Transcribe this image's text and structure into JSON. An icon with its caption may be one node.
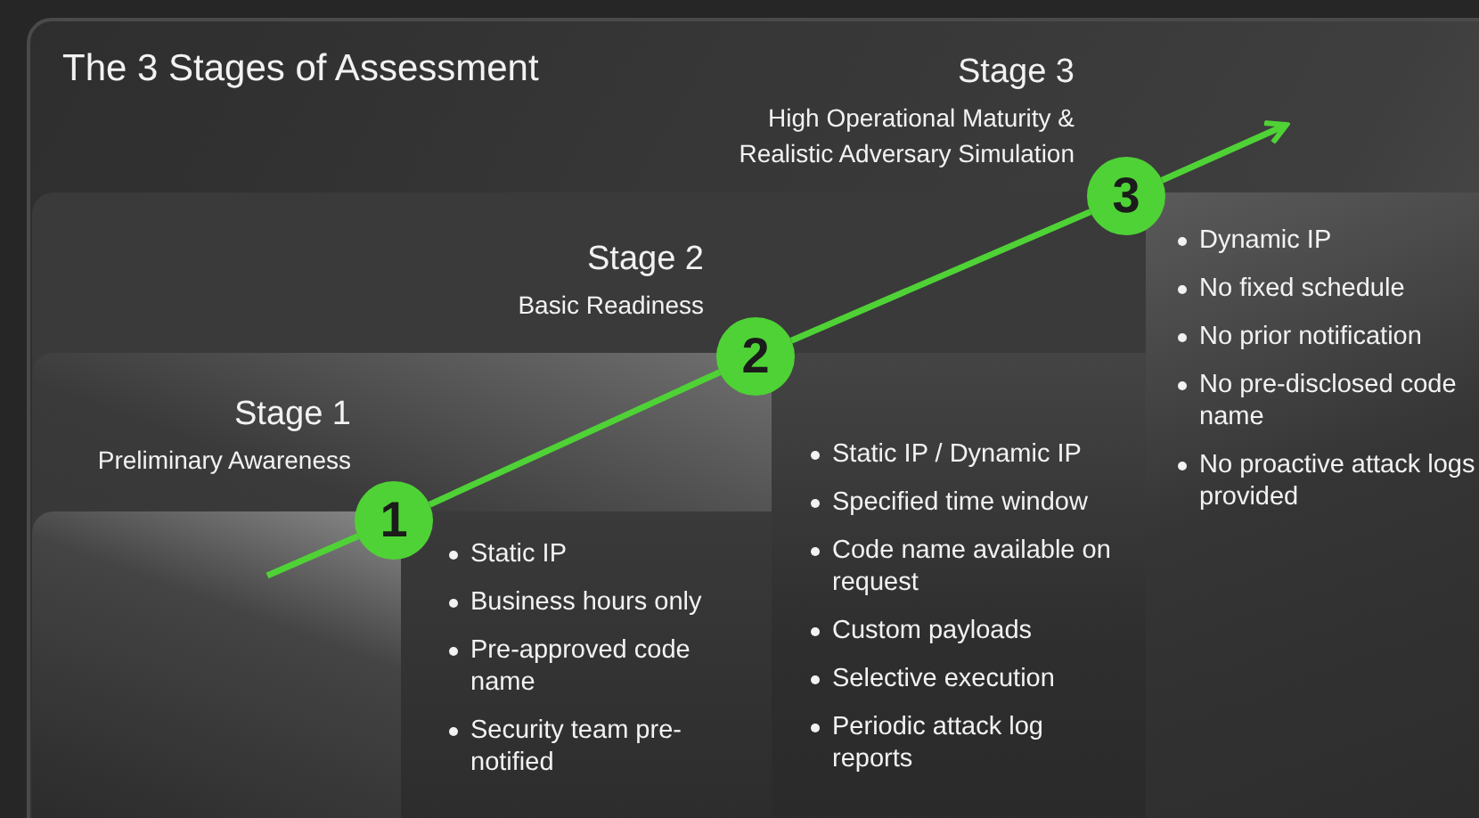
{
  "diagram": {
    "title": "The 3 Stages of Assessment",
    "nodes": [
      {
        "text": [
          "Stage 1",
          "Preliminary Awareness"
        ]
      },
      {
        "text": [
          "Stage 2",
          "Basic Readiness"
        ]
      },
      {
        "text": [
          "Stage 3",
          "High Operational Maturity & Realistic Adversary Simulation"
        ]
      },
      {
        "text": [
          "1"
        ]
      },
      {
        "text": [
          "2"
        ]
      },
      {
        "text": [
          "3"
        ]
      }
    ],
    "edges": [
      {
        "from": null,
        "to": 3,
        "arrow": "none"
      },
      {
        "from": 3,
        "to": 4,
        "arrow": "none"
      },
      {
        "from": 4,
        "to": 5,
        "arrow": "none"
      },
      {
        "from": 5,
        "to": null,
        "arrow": "to"
      }
    ],
    "labels": [
      "Static IP",
      "Business hours only",
      "Pre-approved code name",
      "Security team pre-notified",
      "Static IP / Dynamic IP",
      "Specified time window",
      "Code name available on request",
      "Custom payloads",
      "Selective execution",
      "Periodic attack log reports",
      "Dynamic IP",
      "No fixed schedule",
      "No prior notification",
      "No pre-disclosed code name",
      "No proactive attack logs provided"
    ]
  }
}
